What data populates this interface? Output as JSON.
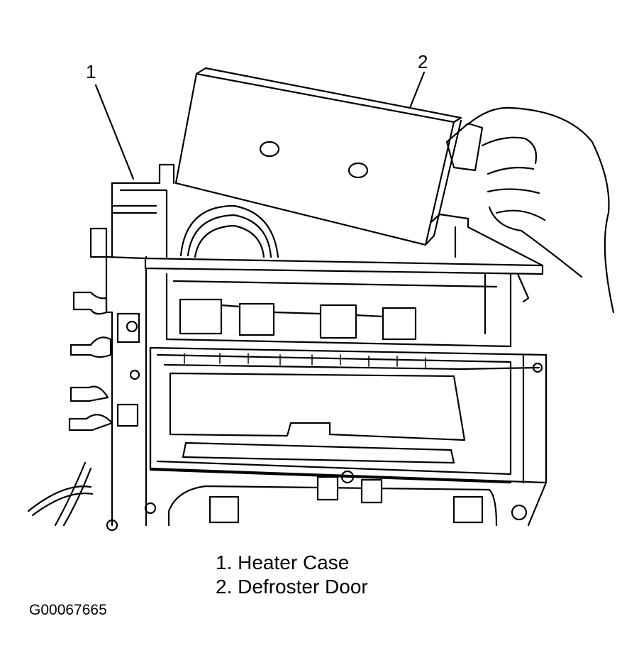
{
  "callouts": [
    {
      "number": "1",
      "part": "Heater Case"
    },
    {
      "number": "2",
      "part": "Defroster Door"
    }
  ],
  "legend": {
    "items": [
      "1. Heater Case",
      "2. Defroster Door"
    ]
  },
  "figure_id": "G00067665",
  "colors": {
    "line": "#000000",
    "background": "#ffffff"
  }
}
